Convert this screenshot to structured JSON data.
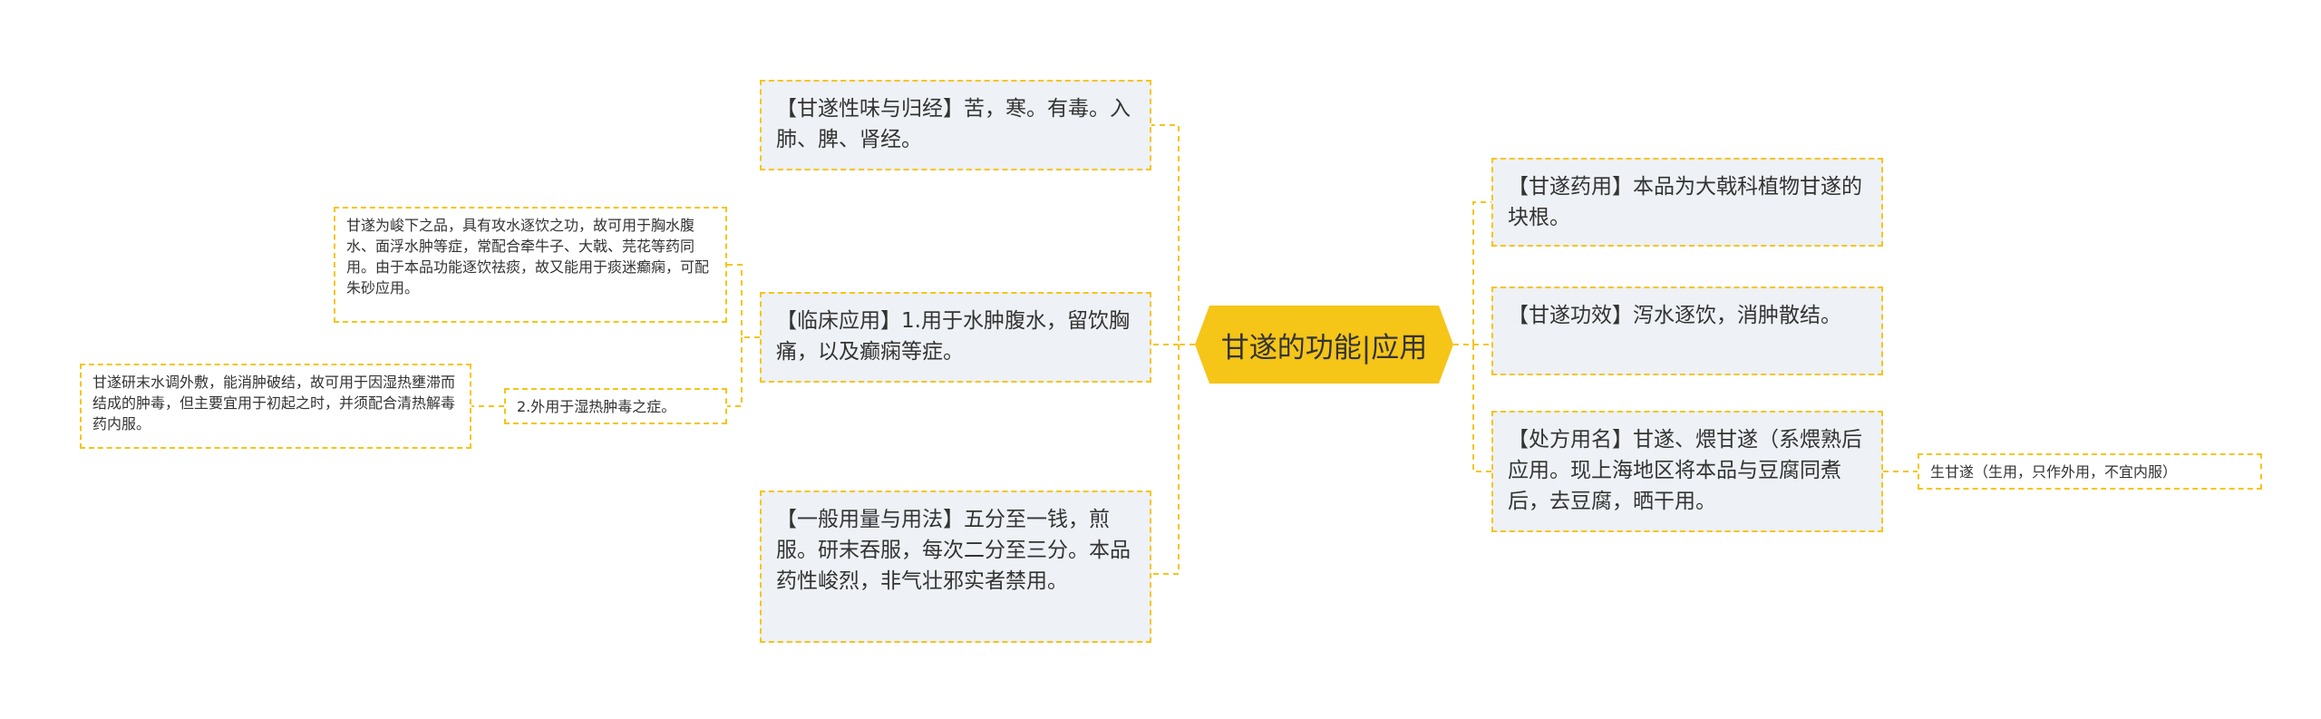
{
  "colors": {
    "accent": "#f5c518",
    "node_bg": "#eef1f5",
    "text": "#333333"
  },
  "center": {
    "label": "甘遂的功能|应用"
  },
  "left": [
    {
      "text": "【甘遂性味与归经】苦，寒。有毒。入肺、脾、肾经。"
    },
    {
      "text": "【临床应用】1.用于水肿腹水，留饮胸痛，以及癫痫等症。"
    },
    {
      "text": "【一般用量与用法】五分至一钱，煎服。研末吞服，每次二分至三分。本品药性峻烈，非气壮邪实者禁用。"
    }
  ],
  "left_sub": [
    {
      "text": "甘遂为峻下之品，具有攻水逐饮之功，故可用于胸水腹水、面浮水肿等症，常配合牵牛子、大戟、芫花等药同用。由于本品功能逐饮祛痰，故又能用于痰迷癫痫，可配朱砂应用。"
    },
    {
      "text": "2.外用于湿热肿毒之症。"
    },
    {
      "text": "甘遂研末水调外敷，能消肿破结，故可用于因湿热壅滞而结成的肿毒，但主要宜用于初起之时，并须配合清热解毒药内服。"
    }
  ],
  "right": [
    {
      "text": "【甘遂药用】本品为大戟科植物甘遂的块根。"
    },
    {
      "text": "【甘遂功效】泻水逐饮，消肿散结。"
    },
    {
      "text": "【处方用名】甘遂、煨甘遂（系煨熟后应用。现上海地区将本品与豆腐同煮后，去豆腐，晒干用。"
    }
  ],
  "right_sub": [
    {
      "text": "生甘遂（生用，只作外用，不宜内服）"
    }
  ]
}
